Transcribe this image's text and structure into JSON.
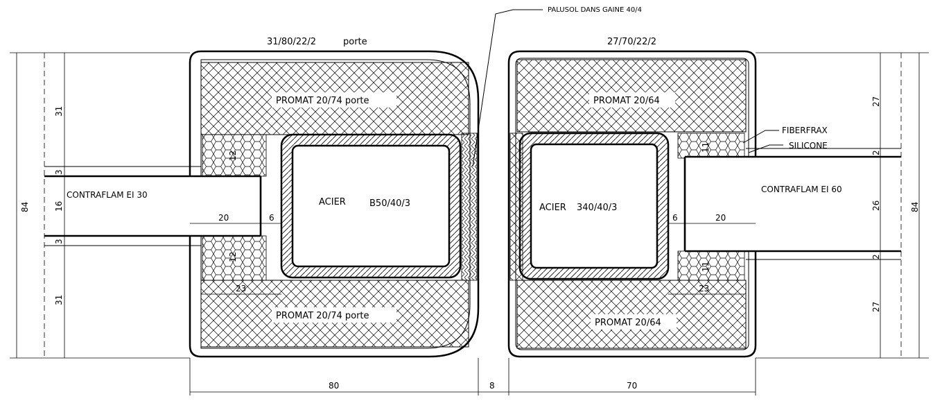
{
  "header": {
    "seal_note": "PALUSOL DANS GAINE 40/4",
    "left_profile": "31/80/22/2",
    "left_profile_suffix": "porte",
    "right_profile": "27/70/22/2"
  },
  "left": {
    "top_insul": "PROMAT 20/74  porte",
    "bottom_insul": "PROMAT 20/74  porte",
    "steel_word": "ACIER",
    "steel_spec": "B50/40/3",
    "glass": "CONTRAFLAM EI 30",
    "dims": {
      "total": "84",
      "top": "31",
      "bottom": "31",
      "gap_top": "3",
      "gap_bottom": "3",
      "glass_th": "16",
      "rebate": "20",
      "gap": "6",
      "setting": "23",
      "block_top": "12",
      "block_bottom": "12",
      "width": "80"
    }
  },
  "middle": {
    "joint": "8"
  },
  "right": {
    "top_insul": "PROMAT 20/64",
    "bottom_insul": "PROMAT 20/64",
    "steel_word": "ACIER",
    "steel_spec": "340/40/3",
    "glass": "CONTRAFLAM EI 60",
    "fiber_note": "FIBERFRAX",
    "silicone_note": "SILICONE",
    "dims": {
      "total": "84",
      "top": "27",
      "bottom": "27",
      "gap_top": "2",
      "gap_bottom": "2",
      "glass_th": "26",
      "rebate": "20",
      "gap": "6",
      "setting": "23",
      "block_top": "11",
      "block_bottom": "11",
      "width": "70"
    }
  }
}
